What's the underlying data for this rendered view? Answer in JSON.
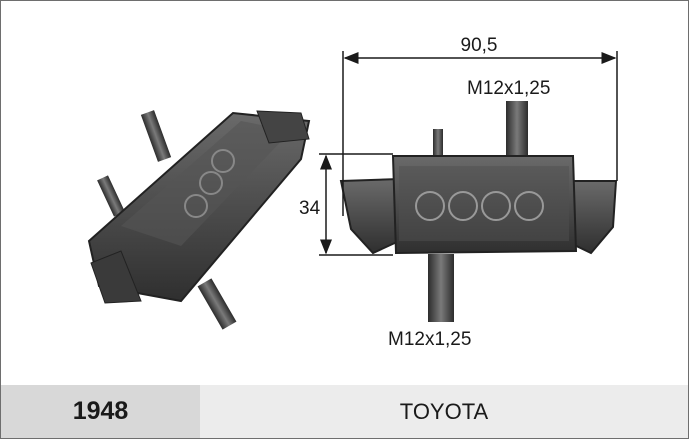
{
  "dimensions": {
    "width_label": "90,5",
    "height_label": "34",
    "top_thread_label": "M12x1,25",
    "bottom_thread_label": "M12x1,25"
  },
  "footer": {
    "part_number": "1948",
    "brand": "TOYOTA"
  },
  "colors": {
    "rubber_dark": "#3e3e3e",
    "rubber_mid": "#5a5a5a",
    "bracket": "#4a4a4a",
    "footer_code_bg": "#d8d8d8",
    "footer_brand_bg": "#ececec"
  }
}
